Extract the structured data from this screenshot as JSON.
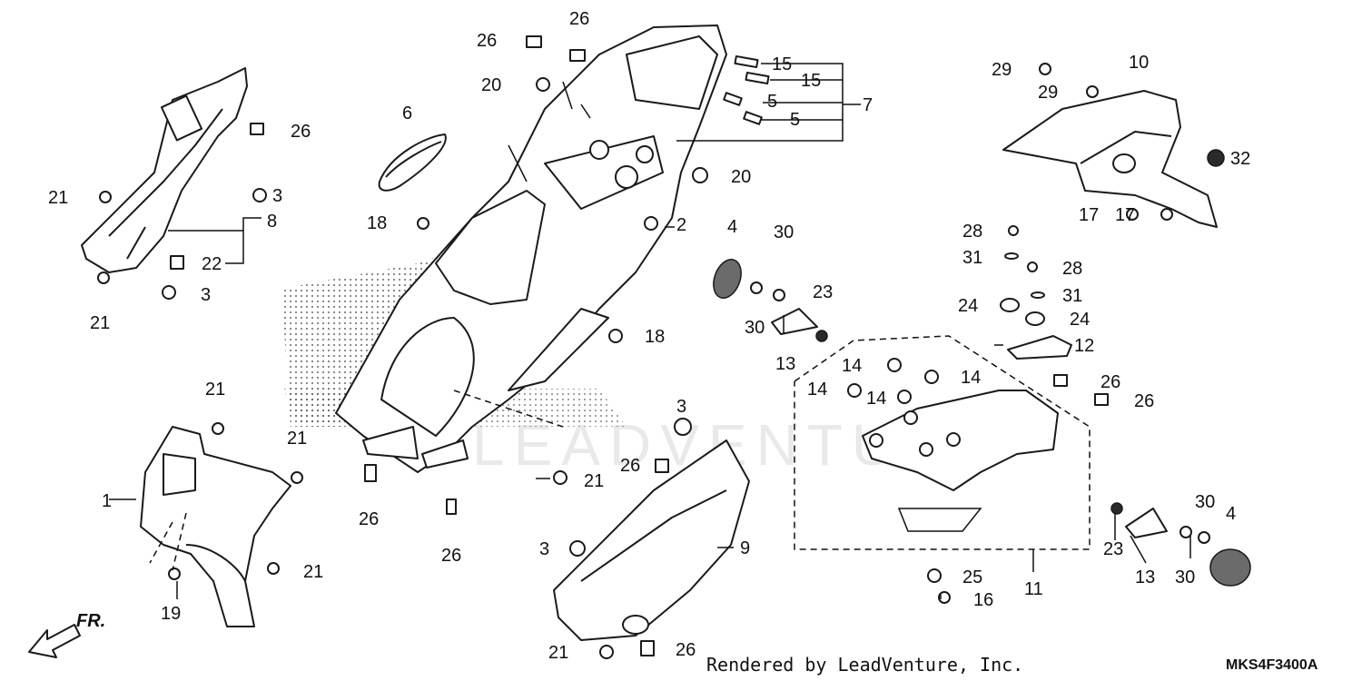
{
  "diagram": {
    "watermark": "LEADVENTURE",
    "footer_text": "Rendered by LeadVenture, Inc.",
    "diagram_code": "MKS4F3400A",
    "direction_label": "FR.",
    "callouts": [
      {
        "id": "c1",
        "label": "1"
      },
      {
        "id": "c2",
        "label": "2"
      },
      {
        "id": "c3a",
        "label": "3"
      },
      {
        "id": "c3b",
        "label": "3"
      },
      {
        "id": "c3c",
        "label": "3"
      },
      {
        "id": "c3d",
        "label": "3"
      },
      {
        "id": "c4a",
        "label": "4"
      },
      {
        "id": "c4b",
        "label": "4"
      },
      {
        "id": "c5a",
        "label": "5"
      },
      {
        "id": "c5b",
        "label": "5"
      },
      {
        "id": "c6",
        "label": "6"
      },
      {
        "id": "c7",
        "label": "7"
      },
      {
        "id": "c8",
        "label": "8"
      },
      {
        "id": "c9",
        "label": "9"
      },
      {
        "id": "c10",
        "label": "10"
      },
      {
        "id": "c11",
        "label": "11"
      },
      {
        "id": "c12",
        "label": "12"
      },
      {
        "id": "c13a",
        "label": "13"
      },
      {
        "id": "c13b",
        "label": "13"
      },
      {
        "id": "c14a",
        "label": "14"
      },
      {
        "id": "c14b",
        "label": "14"
      },
      {
        "id": "c14c",
        "label": "14"
      },
      {
        "id": "c14d",
        "label": "14"
      },
      {
        "id": "c15a",
        "label": "15"
      },
      {
        "id": "c15b",
        "label": "15"
      },
      {
        "id": "c16",
        "label": "16"
      },
      {
        "id": "c17a",
        "label": "17"
      },
      {
        "id": "c17b",
        "label": "17"
      },
      {
        "id": "c18a",
        "label": "18"
      },
      {
        "id": "c18b",
        "label": "18"
      },
      {
        "id": "c19",
        "label": "19"
      },
      {
        "id": "c20a",
        "label": "20"
      },
      {
        "id": "c20b",
        "label": "20"
      },
      {
        "id": "c21a",
        "label": "21"
      },
      {
        "id": "c21b",
        "label": "21"
      },
      {
        "id": "c21c",
        "label": "21"
      },
      {
        "id": "c21d",
        "label": "21"
      },
      {
        "id": "c21e",
        "label": "21"
      },
      {
        "id": "c21f",
        "label": "21"
      },
      {
        "id": "c21g",
        "label": "21"
      },
      {
        "id": "c22",
        "label": "22"
      },
      {
        "id": "c23a",
        "label": "23"
      },
      {
        "id": "c23b",
        "label": "23"
      },
      {
        "id": "c24a",
        "label": "24"
      },
      {
        "id": "c24b",
        "label": "24"
      },
      {
        "id": "c25",
        "label": "25"
      },
      {
        "id": "c26a",
        "label": "26"
      },
      {
        "id": "c26b",
        "label": "26"
      },
      {
        "id": "c26c",
        "label": "26"
      },
      {
        "id": "c26d",
        "label": "26"
      },
      {
        "id": "c26e",
        "label": "26"
      },
      {
        "id": "c26f",
        "label": "26"
      },
      {
        "id": "c26g",
        "label": "26"
      },
      {
        "id": "c26h",
        "label": "26"
      },
      {
        "id": "c26i",
        "label": "26"
      },
      {
        "id": "c28a",
        "label": "28"
      },
      {
        "id": "c28b",
        "label": "28"
      },
      {
        "id": "c29a",
        "label": "29"
      },
      {
        "id": "c29b",
        "label": "29"
      },
      {
        "id": "c30a",
        "label": "30"
      },
      {
        "id": "c30b",
        "label": "30"
      },
      {
        "id": "c30c",
        "label": "30"
      },
      {
        "id": "c30d",
        "label": "30"
      },
      {
        "id": "c31a",
        "label": "31"
      },
      {
        "id": "c31b",
        "label": "31"
      },
      {
        "id": "c32",
        "label": "32"
      }
    ]
  }
}
